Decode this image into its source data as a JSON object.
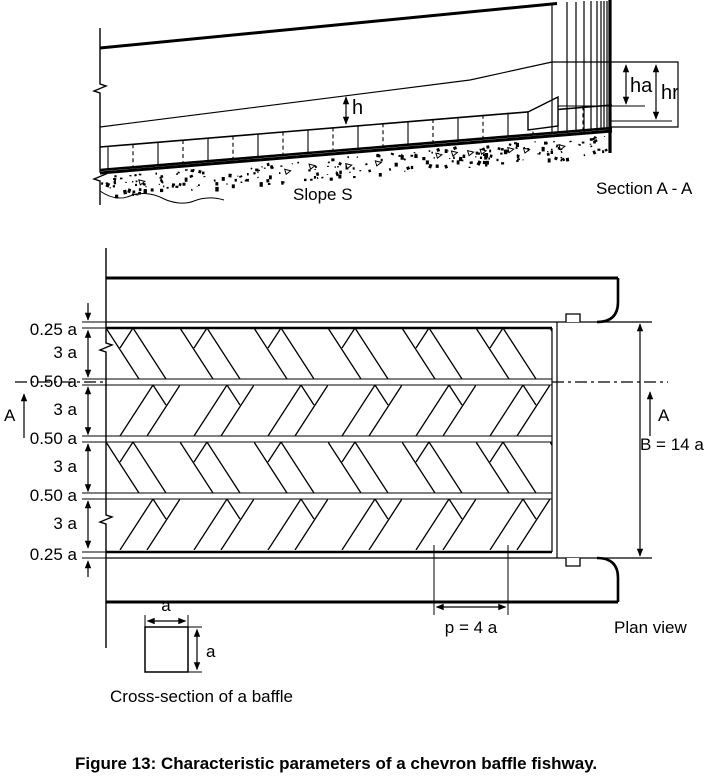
{
  "colors": {
    "ink": "#000000",
    "paper": "#ffffff"
  },
  "section_view": {
    "title": "Section A - A",
    "slope_label": "Slope S",
    "water_depth_label": "h",
    "drop_head_label": "ha",
    "residual_head_label": "hr"
  },
  "plan_view": {
    "title": "Plan view",
    "channel_width_label": "B = 14 a",
    "baffle_pitch_label": "p = 4 a",
    "section_cut_label": "A",
    "row_dims": [
      "0.25 a",
      "3 a",
      "0.50 a",
      "3 a",
      "0.50 a",
      "3 a",
      "0.50 a",
      "3 a",
      "0.25 a"
    ]
  },
  "baffle_cross_section": {
    "title": "Cross-section of a baffle",
    "side_label": "a"
  },
  "figure": {
    "caption": "Figure 13: Characteristic parameters of a chevron baffle fishway."
  }
}
